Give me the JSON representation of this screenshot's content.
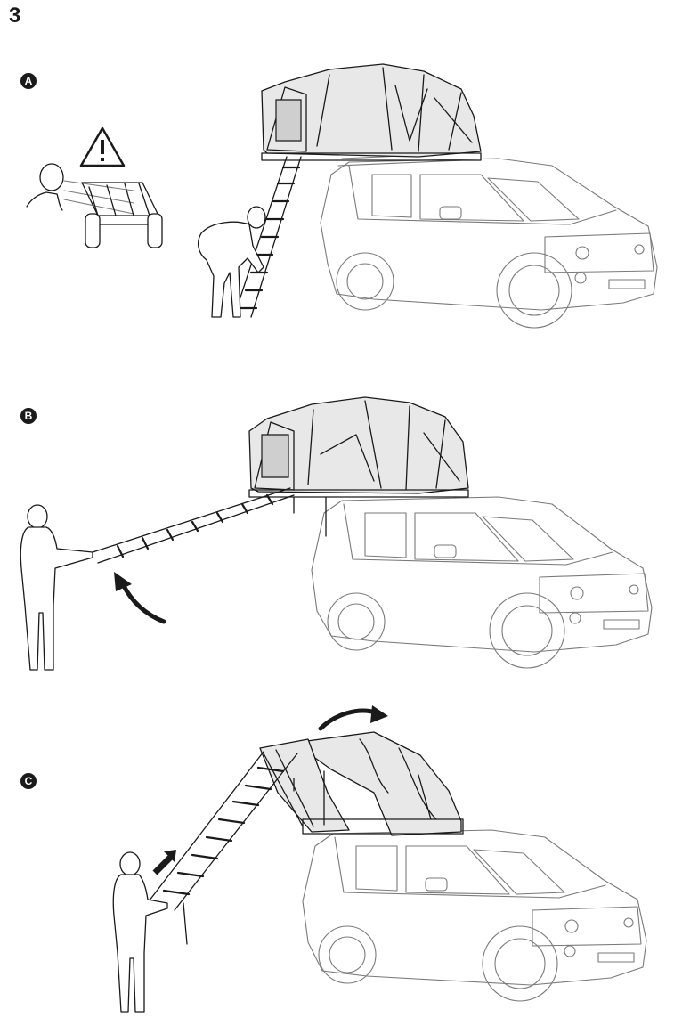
{
  "step": {
    "number": "3"
  },
  "panels": [
    {
      "id": "A",
      "label": "A"
    },
    {
      "id": "B",
      "label": "B"
    },
    {
      "id": "C",
      "label": "C"
    }
  ],
  "icons": {
    "warning": "warning-triangle-icon",
    "arrow_curved": "curved-arrow-icon",
    "arrow_straight": "arrow-up-right-icon"
  }
}
